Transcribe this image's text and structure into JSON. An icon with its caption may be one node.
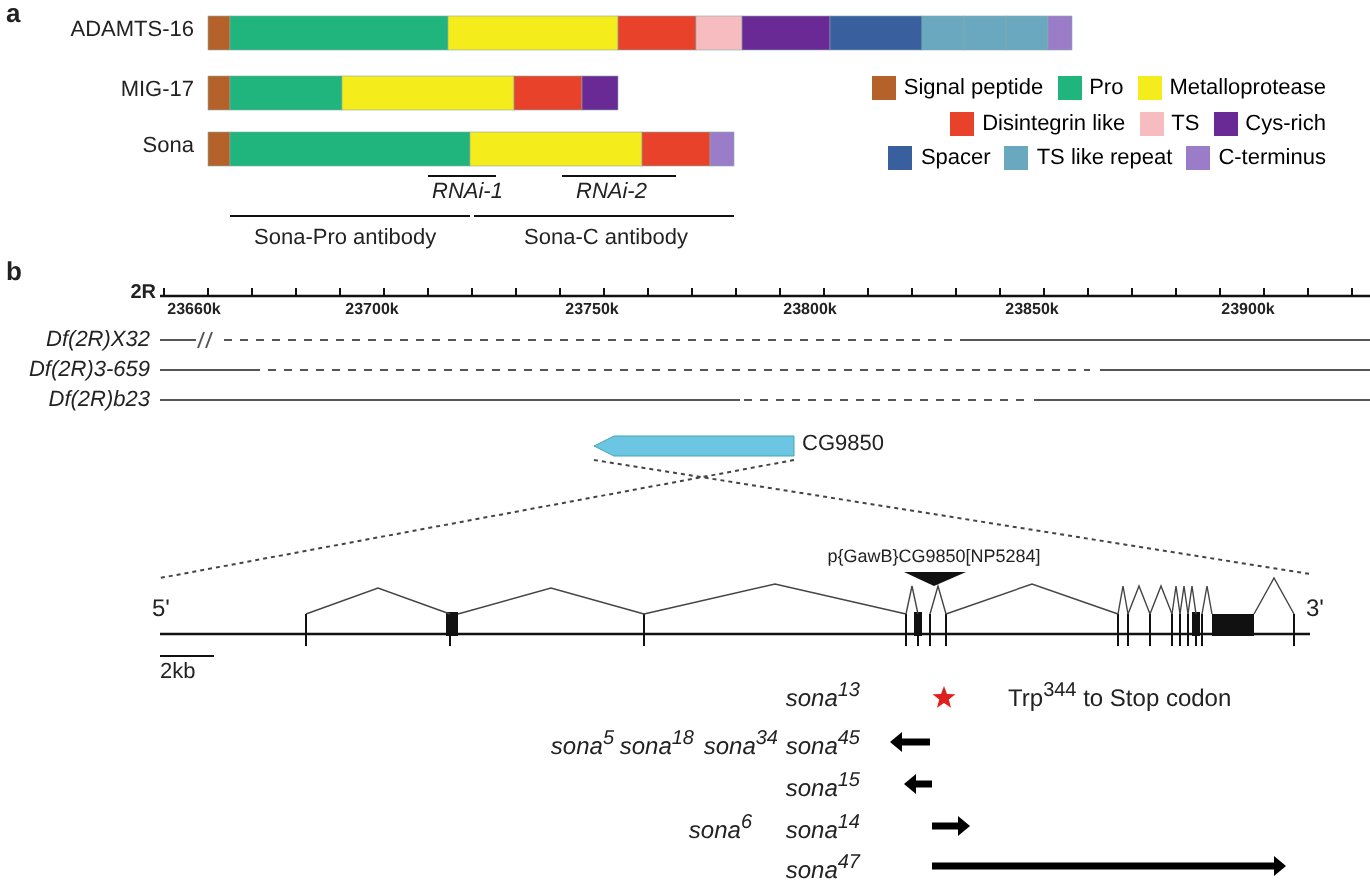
{
  "diagram": {
    "labels": [
      "a",
      "ADAMTS-16",
      "MIG-17",
      "Sona",
      "RNAi-1",
      "RNAi-2",
      "Sona-Pro antibody",
      "Sona-C antibody",
      "b",
      "2R",
      "23660k",
      "23700k",
      "23750k",
      "23800k",
      "23850k",
      "23900k",
      "Df(2R)X32",
      "Df(2R)3-659",
      "Df(2R)b23",
      "CG9850",
      "p{GawB}CG9850[NP5284]",
      "5'",
      "3'",
      "2kb",
      "sona$^{13}$",
      "Trp$^{344}$ to Stop codon",
      "sona$^{5}$",
      "sona$^{18}$",
      "sona$^{34}$",
      "sona$^{45}$",
      "sona$^{15}$",
      "sona$^{6}$",
      "sona$^{14}$",
      "sona$^{47}$"
    ],
    "legend": [
      {
        "text": "Signal peptide",
        "color": "#b5612a"
      },
      {
        "text": "Pro",
        "color": "#1fb57d"
      },
      {
        "text": "Metalloprotease",
        "color": "#f5ec1b"
      },
      {
        "text": "Disintegrin like",
        "color": "#e8422a"
      },
      {
        "text": "TS",
        "color": "#f7bcbf"
      },
      {
        "text": "Cys-rich",
        "color": "#6a2a96"
      },
      {
        "text": "Spacer",
        "color": "#3a5f9e"
      },
      {
        "text": "TS like repeat",
        "color": "#6aa8c0"
      },
      {
        "text": "C-terminus",
        "color": "#9a7cc8"
      }
    ]
  }
}
